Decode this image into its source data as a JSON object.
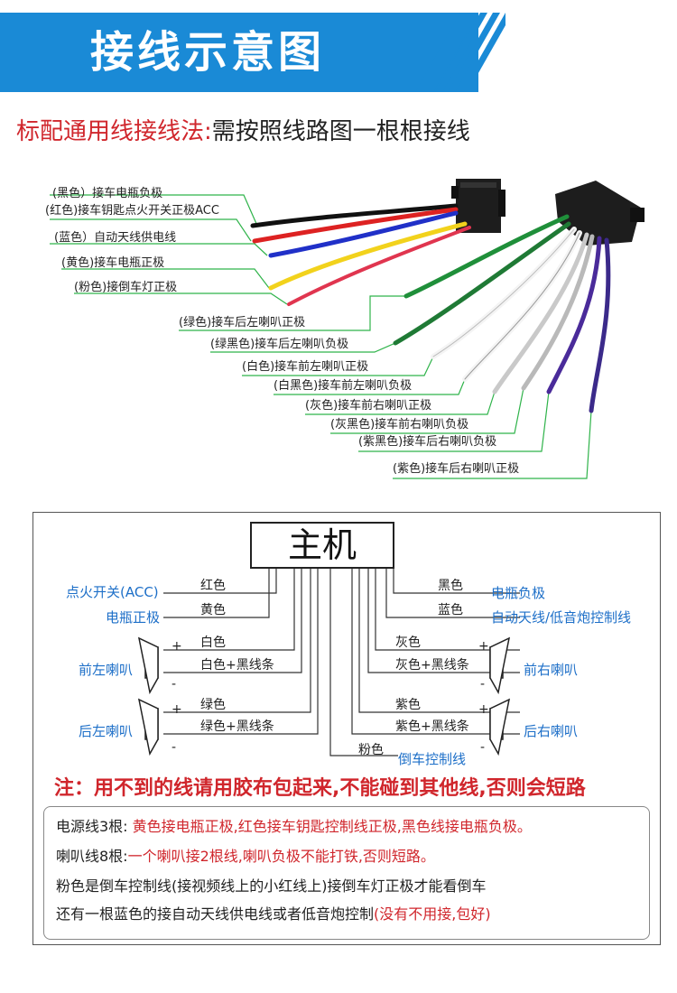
{
  "header": {
    "title": "接线示意图"
  },
  "subtitle": {
    "red": "标配通用线接线法:",
    "black": "需按照线路图一根根接线"
  },
  "wire_labels": [
    "(黑色）接车电瓶负极",
    "(红色)接车钥匙点火开关正极ACC",
    "(蓝色）自动天线供电线",
    "(黄色)接车电瓶正极",
    "(粉色)接倒车灯正极",
    "(绿色)接车后左喇叭正极",
    "(绿黑色)接车后左喇叭负极",
    "(白色)接车前左喇叭正极",
    "(白黑色)接车前左喇叭负极",
    "(灰色)接车前右喇叭正极",
    "(灰黑色)接车前右喇叭负极",
    "(紫黑色)接车后右喇叭负极",
    "(紫色)接车后右喇叭正极"
  ],
  "schematic": {
    "host": "主机",
    "left_terms": [
      "点火开关(ACC)",
      "电瓶正极",
      "前左喇叭",
      "后左喇叭"
    ],
    "right_terms": [
      "电瓶负极",
      "自动天线/低音炮控制线",
      "前右喇叭",
      "后右喇叭",
      "倒车控制线"
    ],
    "wires": {
      "red": "红色",
      "yellow": "黄色",
      "black": "黑色",
      "blue": "蓝色",
      "white": "白色",
      "white_black": "白色+黑线条",
      "green": "绿色",
      "green_black": "绿色+黑线条",
      "gray": "灰色",
      "gray_black": "灰色+黑线条",
      "purple": "紫色",
      "purple_black": "紫色+黑线条",
      "pink": "粉色"
    },
    "plus": "+",
    "minus": "-"
  },
  "note": "注：用不到的线请用胶布包起来,不能碰到其他线,否则会短路",
  "notes": {
    "line1_black": "电源线3根: ",
    "line1_red": "黄色接电瓶正极,红色接车钥匙控制线正极,黑色线接电瓶负极。",
    "line2_black": "喇叭线8根:",
    "line2_red": "一个喇叭接2根线,喇叭负极不能打铁,否则短路。",
    "line3": "粉色是倒车控制线(接视频线上的小红线上)接倒车灯正极才能看倒车",
    "line4_black": "还有一根蓝色的接自动天线供电线或者低音炮控制",
    "line4_red": "(没有不用接,包好)"
  },
  "colors": {
    "banner": "#1a8ad6",
    "red": "#d0262c",
    "blue_text": "#1d6fc8",
    "guide": "#2fb34a"
  }
}
